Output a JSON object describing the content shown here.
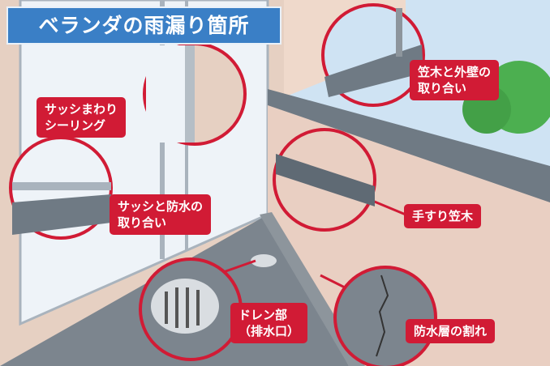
{
  "title": "ベランダの雨漏り箇所",
  "callouts": [
    {
      "lines": [
        "笠木と外壁の",
        "取り合い"
      ]
    },
    {
      "lines": [
        "サッシまわり",
        "シーリング"
      ]
    },
    {
      "lines": [
        "サッシと防水の",
        "取り合い"
      ]
    },
    {
      "lines": [
        "手すり笠木"
      ]
    },
    {
      "lines": [
        "ドレン部",
        "（排水口）"
      ]
    },
    {
      "lines": [
        "防水層の割れ"
      ]
    }
  ],
  "colors": {
    "accent": "#d11b35",
    "title_bg": "#3a7fc6"
  }
}
